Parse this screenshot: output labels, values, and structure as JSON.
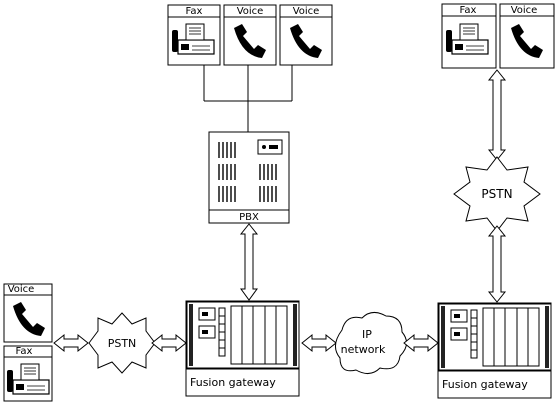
{
  "devices": {
    "top_center": {
      "fax": "Fax",
      "voice_1": "Voice",
      "voice_2": "Voice"
    },
    "top_right": {
      "fax": "Fax",
      "voice": "Voice"
    },
    "bottom_left": {
      "voice": "Voice",
      "fax": "Fax"
    }
  },
  "pbx": {
    "label": "PBX"
  },
  "clouds": {
    "pstn_left": "PSTN",
    "pstn_right": "PSTN",
    "ip_network_line1": "IP",
    "ip_network_line2": "network"
  },
  "gateways": {
    "left": "Fusion gateway",
    "right": "Fusion gateway"
  }
}
